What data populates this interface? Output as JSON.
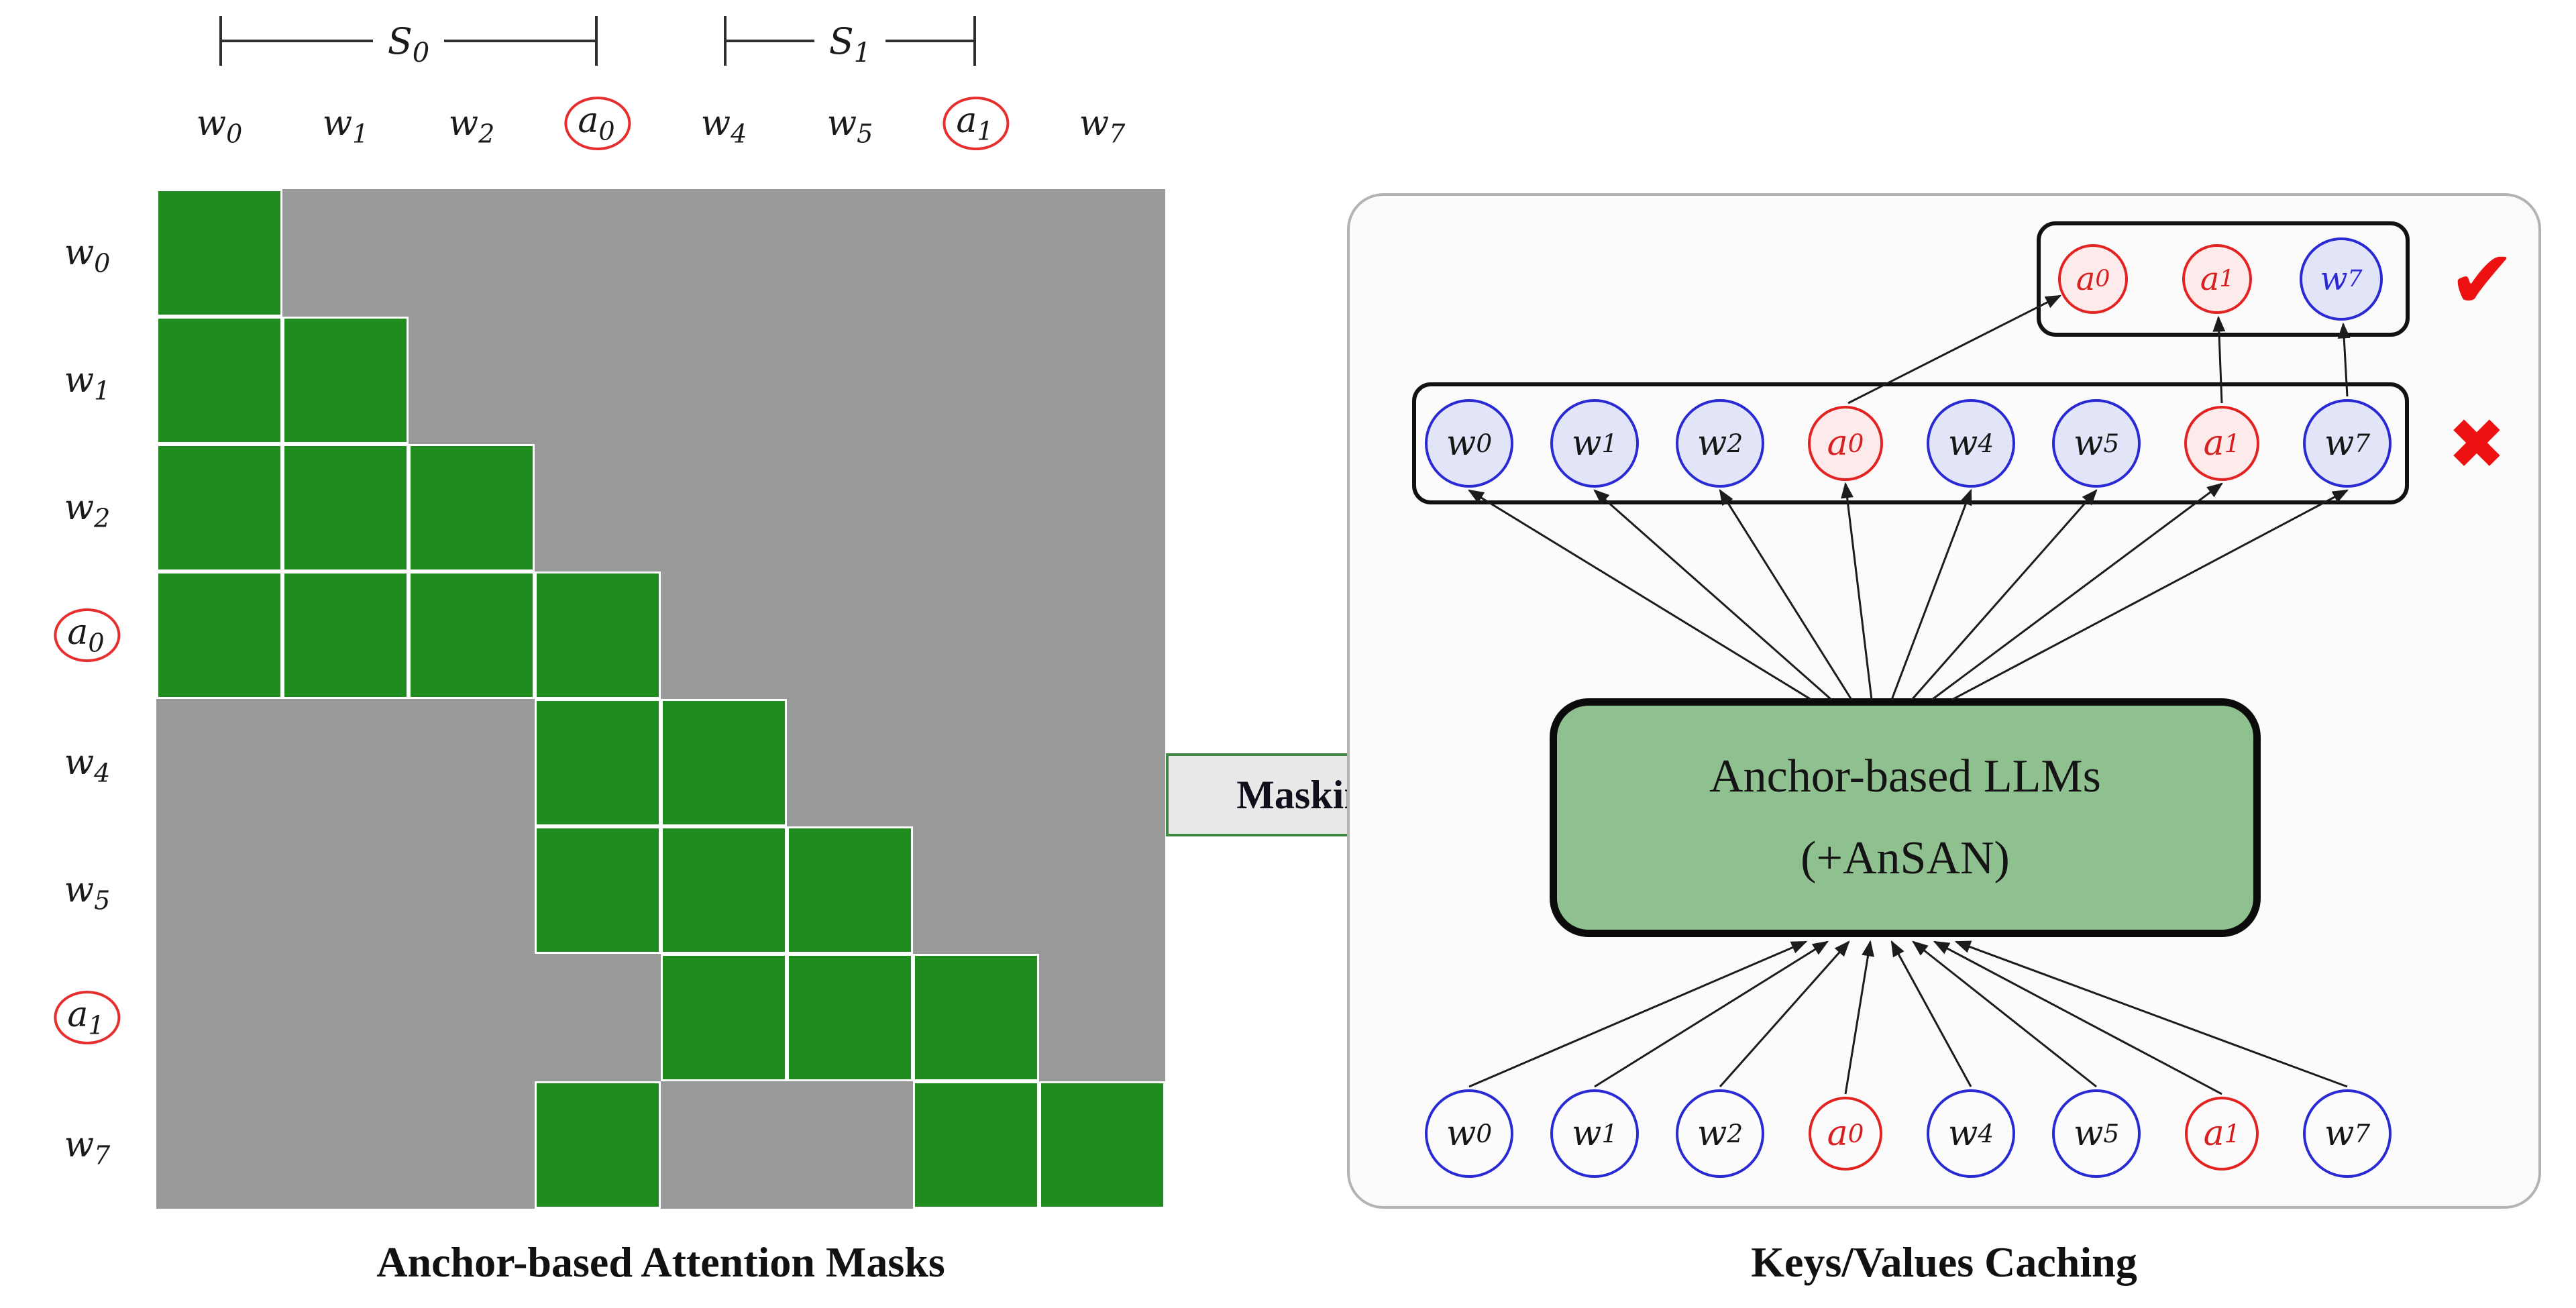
{
  "left_panel": {
    "caption": "Anchor-based Attention Masks",
    "span_markers": [
      {
        "base": "S",
        "sub": "0",
        "covers": [
          "w0",
          "w1",
          "w2",
          "a0"
        ]
      },
      {
        "base": "S",
        "sub": "1",
        "covers": [
          "w4",
          "w5",
          "a1"
        ]
      }
    ],
    "tokens": [
      {
        "base": "w",
        "sub": "0",
        "type": "word"
      },
      {
        "base": "w",
        "sub": "1",
        "type": "word"
      },
      {
        "base": "w",
        "sub": "2",
        "type": "word"
      },
      {
        "base": "a",
        "sub": "0",
        "type": "anchor"
      },
      {
        "base": "w",
        "sub": "4",
        "type": "word"
      },
      {
        "base": "w",
        "sub": "5",
        "type": "word"
      },
      {
        "base": "a",
        "sub": "1",
        "type": "anchor"
      },
      {
        "base": "w",
        "sub": "7",
        "type": "word"
      }
    ],
    "attend_cols_by_row": [
      [
        0
      ],
      [
        0,
        1
      ],
      [
        0,
        1,
        2
      ],
      [
        0,
        1,
        2,
        3
      ],
      [
        3,
        4
      ],
      [
        3,
        4,
        5
      ],
      [
        4,
        5,
        6
      ],
      [
        3,
        6,
        7
      ]
    ],
    "colors": {
      "attend": "#1e8c1e",
      "masked": "#999999"
    }
  },
  "masking_arrow": {
    "label": "Masking"
  },
  "right_panel": {
    "caption": "Keys/Values Caching",
    "llm_box": {
      "line1": "Anchor-based LLMs",
      "line2": "(+AnSAN)"
    },
    "cached_row": {
      "tokens": [
        {
          "base": "a",
          "sub": "0",
          "type": "anchor"
        },
        {
          "base": "a",
          "sub": "1",
          "type": "anchor"
        },
        {
          "base": "w",
          "sub": "7",
          "type": "word"
        }
      ],
      "status_icon": "✔"
    },
    "kv_row": {
      "tokens": [
        {
          "base": "w",
          "sub": "0",
          "type": "word"
        },
        {
          "base": "w",
          "sub": "1",
          "type": "word"
        },
        {
          "base": "w",
          "sub": "2",
          "type": "word"
        },
        {
          "base": "a",
          "sub": "0",
          "type": "anchor"
        },
        {
          "base": "w",
          "sub": "4",
          "type": "word"
        },
        {
          "base": "w",
          "sub": "5",
          "type": "word"
        },
        {
          "base": "a",
          "sub": "1",
          "type": "anchor"
        },
        {
          "base": "w",
          "sub": "7",
          "type": "word"
        }
      ],
      "status_icon": "✖"
    },
    "input_row": {
      "tokens": [
        {
          "base": "w",
          "sub": "0",
          "type": "word"
        },
        {
          "base": "w",
          "sub": "1",
          "type": "word"
        },
        {
          "base": "w",
          "sub": "2",
          "type": "word"
        },
        {
          "base": "a",
          "sub": "0",
          "type": "anchor"
        },
        {
          "base": "w",
          "sub": "4",
          "type": "word"
        },
        {
          "base": "w",
          "sub": "5",
          "type": "word"
        },
        {
          "base": "a",
          "sub": "1",
          "type": "anchor"
        },
        {
          "base": "w",
          "sub": "7",
          "type": "word"
        }
      ]
    }
  }
}
